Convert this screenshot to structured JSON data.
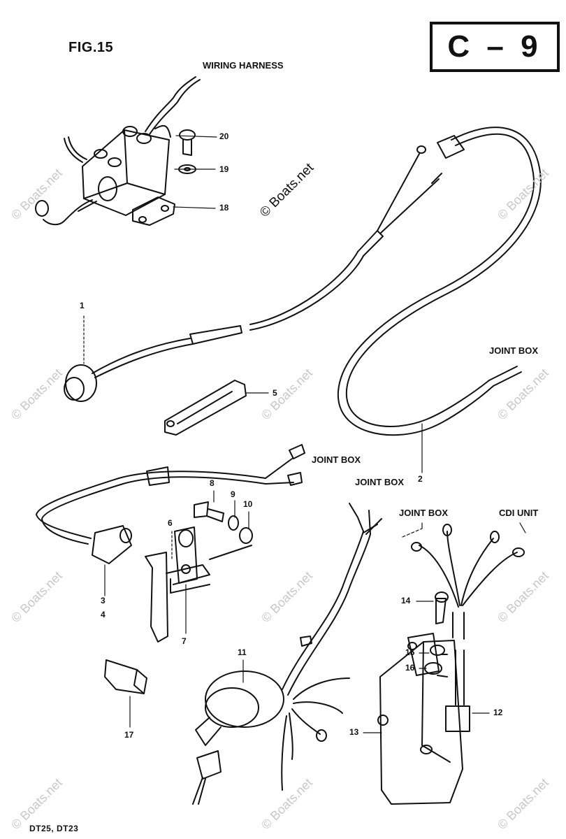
{
  "figure": {
    "title": "FIG.15",
    "page_code": "C – 9",
    "models": "DT25,    DT23"
  },
  "labels": {
    "wiring_harness": "WIRING HARNESS",
    "joint_box_1": "JOINT BOX",
    "joint_box_2": "JOINT BOX",
    "joint_box_3": "JOINT BOX",
    "joint_box_4": "JOINT BOX",
    "cdi_unit": "CDI UNIT"
  },
  "callouts": {
    "c1": "1",
    "c2": "2",
    "c3": "3",
    "c4": "4",
    "c5": "5",
    "c6": "6",
    "c7": "7",
    "c8": "8",
    "c9": "9",
    "c10": "10",
    "c11": "11",
    "c12": "12",
    "c13": "13",
    "c14": "14",
    "c15": "15",
    "c16": "16",
    "c17": "17",
    "c18": "18",
    "c19": "19",
    "c20": "20"
  },
  "watermark": "© Boats.net"
}
